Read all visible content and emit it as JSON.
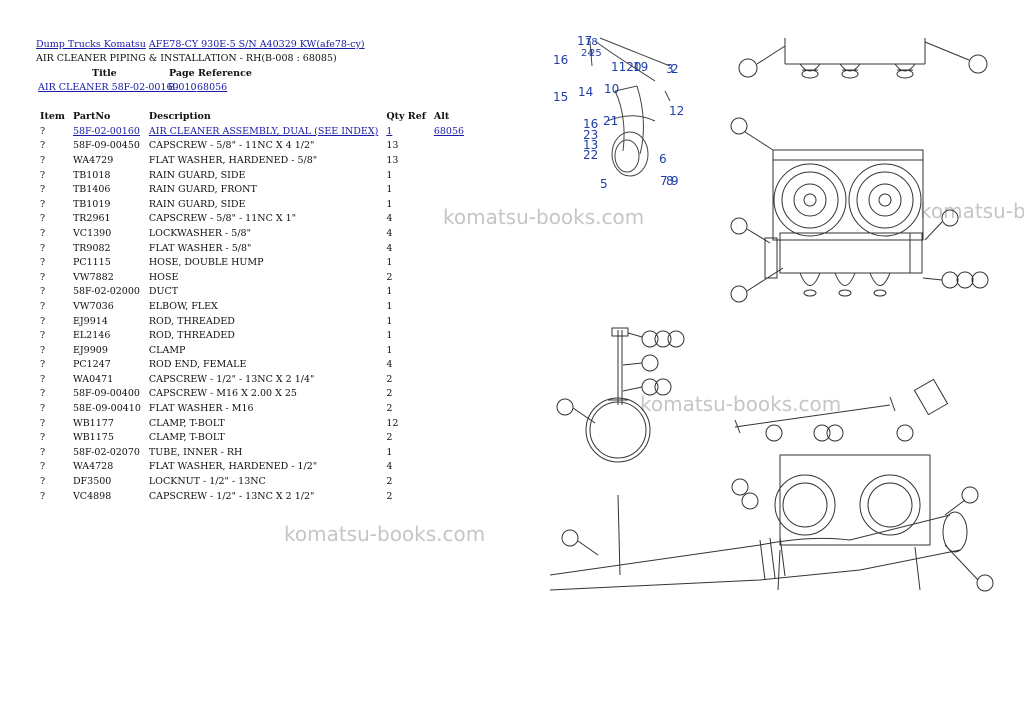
{
  "header": {
    "crumb_1": "Dump Trucks Komatsu",
    "crumb_2": "AFE78-CY 930E-5 S/N A40329 KW(afe78-cy)",
    "subtitle": "AIR CLEANER PIPING & INSTALLATION - RH(B-008 : 68085)"
  },
  "refs": {
    "col_title": "Title",
    "col_page": "Page Reference",
    "title_link": "AIR CLEANER 58F-02-00160",
    "page_link": "B-010",
    "ref_link": "68056"
  },
  "table": {
    "headers": {
      "item": "Item",
      "part": "PartNo",
      "desc": "Description",
      "qty": "Qty Ref",
      "alt": "Alt"
    },
    "rows": [
      {
        "item": "?",
        "part": "58F-02-00160",
        "desc": "AIR CLEANER ASSEMBLY, DUAL (SEE INDEX)",
        "qty": "1",
        "alt": "68056"
      },
      {
        "item": "?",
        "part": "58F-09-00450",
        "desc": "CAPSCREW - 5/8\" - 11NC X 4 1/2\"",
        "qty": "13",
        "alt": ""
      },
      {
        "item": "?",
        "part": "WA4729",
        "desc": "FLAT WASHER, HARDENED - 5/8\"",
        "qty": "13",
        "alt": ""
      },
      {
        "item": "?",
        "part": "TB1018",
        "desc": "RAIN GUARD, SIDE",
        "qty": "1",
        "alt": ""
      },
      {
        "item": "?",
        "part": "TB1406",
        "desc": "RAIN GUARD, FRONT",
        "qty": "1",
        "alt": ""
      },
      {
        "item": "?",
        "part": "TB1019",
        "desc": "RAIN GUARD, SIDE",
        "qty": "1",
        "alt": ""
      },
      {
        "item": "?",
        "part": "TR2961",
        "desc": "CAPSCREW - 5/8\" - 11NC X 1\"",
        "qty": "4",
        "alt": ""
      },
      {
        "item": "?",
        "part": "VC1390",
        "desc": "LOCKWASHER - 5/8\"",
        "qty": "4",
        "alt": ""
      },
      {
        "item": "?",
        "part": "TR9082",
        "desc": "FLAT WASHER - 5/8\"",
        "qty": "4",
        "alt": ""
      },
      {
        "item": "?",
        "part": "PC1115",
        "desc": "HOSE, DOUBLE HUMP",
        "qty": "1",
        "alt": ""
      },
      {
        "item": "?",
        "part": "VW7882",
        "desc": "HOSE",
        "qty": "2",
        "alt": ""
      },
      {
        "item": "?",
        "part": "58F-02-02000",
        "desc": "DUCT",
        "qty": "1",
        "alt": ""
      },
      {
        "item": "?",
        "part": "VW7036",
        "desc": "ELBOW, FLEX",
        "qty": "1",
        "alt": ""
      },
      {
        "item": "?",
        "part": "EJ9914",
        "desc": "ROD, THREADED",
        "qty": "1",
        "alt": ""
      },
      {
        "item": "?",
        "part": "EL2146",
        "desc": "ROD, THREADED",
        "qty": "1",
        "alt": ""
      },
      {
        "item": "?",
        "part": "EJ9909",
        "desc": "CLAMP",
        "qty": "1",
        "alt": ""
      },
      {
        "item": "?",
        "part": "PC1247",
        "desc": "ROD END, FEMALE",
        "qty": "4",
        "alt": ""
      },
      {
        "item": "?",
        "part": "WA0471",
        "desc": "CAPSCREW - 1/2\" - 13NC X 2 1/4\"",
        "qty": "2",
        "alt": ""
      },
      {
        "item": "?",
        "part": "58F-09-00400",
        "desc": "CAPSCREW - M16 X 2.00 X 25",
        "qty": "2",
        "alt": ""
      },
      {
        "item": "?",
        "part": "58E-09-00410",
        "desc": "FLAT WASHER - M16",
        "qty": "2",
        "alt": ""
      },
      {
        "item": "?",
        "part": "WB1177",
        "desc": "CLAMP, T-BOLT",
        "qty": "12",
        "alt": ""
      },
      {
        "item": "?",
        "part": "WB1175",
        "desc": "CLAMP, T-BOLT",
        "qty": "2",
        "alt": ""
      },
      {
        "item": "?",
        "part": "58F-02-02070",
        "desc": "TUBE, INNER - RH",
        "qty": "1",
        "alt": ""
      },
      {
        "item": "?",
        "part": "WA4728",
        "desc": "FLAT WASHER, HARDENED - 1/2\"",
        "qty": "4",
        "alt": ""
      },
      {
        "item": "?",
        "part": "DF3500",
        "desc": "LOCKNUT - 1/2\" - 13NC",
        "qty": "2",
        "alt": ""
      },
      {
        "item": "?",
        "part": "VC4898",
        "desc": "CAPSCREW - 1/2\" - 13NC X 2 1/2\"",
        "qty": "2",
        "alt": ""
      }
    ]
  },
  "watermark": {
    "text": "komatsu-books.com"
  },
  "callouts": {
    "n16": "16",
    "n14": "14",
    "n15": "15",
    "n10": "10",
    "n12": "12",
    "n21": "21",
    "n16b": "16",
    "n23": "23",
    "n13": "13",
    "n22": "22",
    "n6": "6",
    "n5": "5",
    "n1120": "1120",
    "n19": "19",
    "n3": "3",
    "n2": "2",
    "n7": "7",
    "n8": "8",
    "n9": "9",
    "n17": "17",
    "n18": "18",
    "n24": "24",
    "n25": "25"
  }
}
